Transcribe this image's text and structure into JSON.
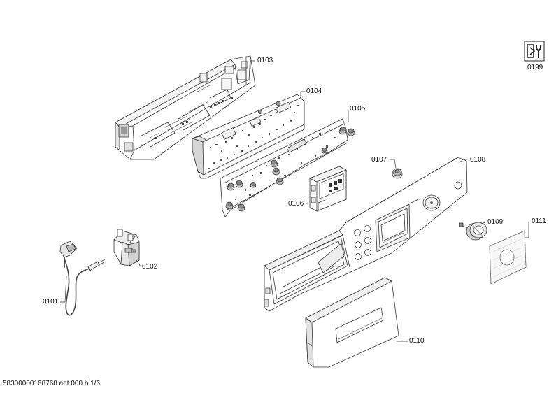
{
  "diagram": {
    "parts": {
      "p0101": "0101",
      "p0102": "0102",
      "p0103": "0103",
      "p0104": "0104",
      "p0105": "0105",
      "p0106": "0106",
      "p0107": "0107",
      "p0108": "0108",
      "p0109": "0109",
      "p0110": "0110",
      "p0111": "0111",
      "p0199": "0199"
    },
    "footer": "58300000168768 aet 000 b 1/6",
    "service_icon": "tools-service-icon"
  }
}
